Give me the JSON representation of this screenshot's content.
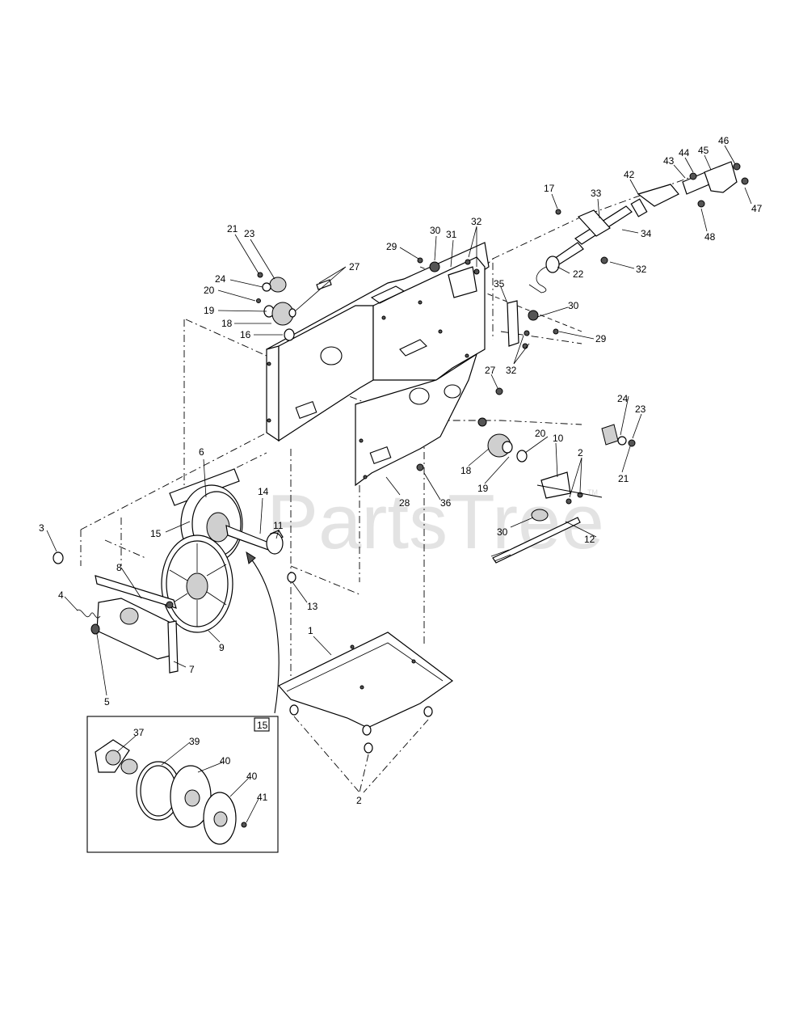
{
  "watermark": {
    "text": "PartsTree",
    "trademark": "TM"
  },
  "inset": {
    "callout_label": "15"
  },
  "labels": [
    {
      "key": "l46",
      "text": "46"
    },
    {
      "key": "l44",
      "text": "44"
    },
    {
      "key": "l45",
      "text": "45"
    },
    {
      "key": "l43",
      "text": "43"
    },
    {
      "key": "l42",
      "text": "42"
    },
    {
      "key": "l47",
      "text": "47"
    },
    {
      "key": "l48",
      "text": "48"
    },
    {
      "key": "l17",
      "text": "17"
    },
    {
      "key": "l33",
      "text": "33"
    },
    {
      "key": "l34",
      "text": "34"
    },
    {
      "key": "l32a",
      "text": "32"
    },
    {
      "key": "l22",
      "text": "22"
    },
    {
      "key": "l30a",
      "text": "30"
    },
    {
      "key": "l31",
      "text": "31"
    },
    {
      "key": "l32b",
      "text": "32"
    },
    {
      "key": "l29a",
      "text": "29"
    },
    {
      "key": "l21a",
      "text": "21"
    },
    {
      "key": "l23a",
      "text": "23"
    },
    {
      "key": "l27a",
      "text": "27"
    },
    {
      "key": "l24a",
      "text": "24"
    },
    {
      "key": "l20a",
      "text": "20"
    },
    {
      "key": "l19a",
      "text": "19"
    },
    {
      "key": "l18a",
      "text": "18"
    },
    {
      "key": "l16",
      "text": "16"
    },
    {
      "key": "l35",
      "text": "35"
    },
    {
      "key": "l30b",
      "text": "30"
    },
    {
      "key": "l29b",
      "text": "29"
    },
    {
      "key": "l32c",
      "text": "32"
    },
    {
      "key": "l27b",
      "text": "27"
    },
    {
      "key": "l24b",
      "text": "24"
    },
    {
      "key": "l23b",
      "text": "23"
    },
    {
      "key": "l21b",
      "text": "21"
    },
    {
      "key": "l20b",
      "text": "20"
    },
    {
      "key": "l10",
      "text": "10"
    },
    {
      "key": "l2a",
      "text": "2"
    },
    {
      "key": "l18b",
      "text": "18"
    },
    {
      "key": "l19b",
      "text": "19"
    },
    {
      "key": "l30c",
      "text": "30"
    },
    {
      "key": "l12",
      "text": "12"
    },
    {
      "key": "l28",
      "text": "28"
    },
    {
      "key": "l36",
      "text": "36"
    },
    {
      "key": "l6",
      "text": "6"
    },
    {
      "key": "l14",
      "text": "14"
    },
    {
      "key": "l15",
      "text": "15"
    },
    {
      "key": "l11",
      "text": "11"
    },
    {
      "key": "l3",
      "text": "3"
    },
    {
      "key": "l8",
      "text": "8"
    },
    {
      "key": "l13",
      "text": "13"
    },
    {
      "key": "l4",
      "text": "4"
    },
    {
      "key": "l9",
      "text": "9"
    },
    {
      "key": "l7",
      "text": "7"
    },
    {
      "key": "l5",
      "text": "5"
    },
    {
      "key": "l1",
      "text": "1"
    },
    {
      "key": "l2b",
      "text": "2"
    },
    {
      "key": "l37",
      "text": "37"
    },
    {
      "key": "l39",
      "text": "39"
    },
    {
      "key": "l40a",
      "text": "40"
    },
    {
      "key": "l40b",
      "text": "40"
    },
    {
      "key": "l41",
      "text": "41"
    }
  ],
  "colors": {
    "line": "#000000",
    "background": "#ffffff",
    "watermark": "#d9d9d9"
  }
}
